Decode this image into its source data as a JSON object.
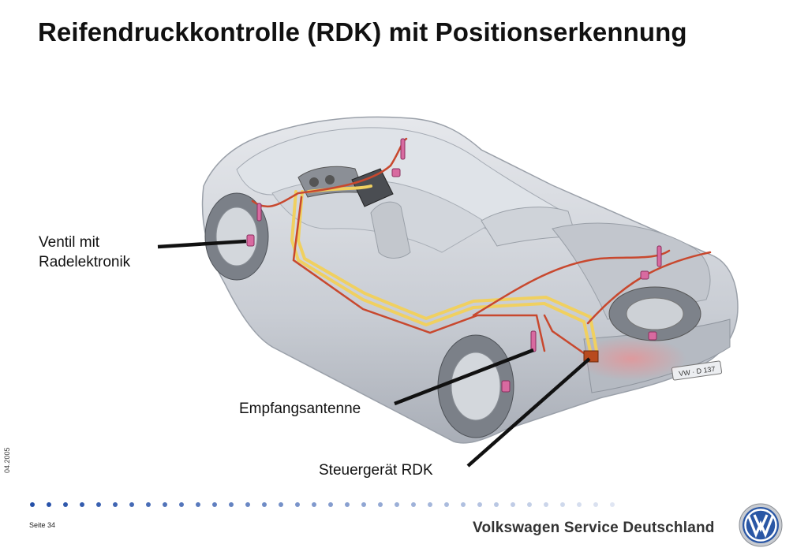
{
  "header": {
    "title": "Reifendruckkontrolle (RDK) mit Positionserkennung"
  },
  "labels": {
    "valve": [
      "Ventil mit",
      "Radelektronik"
    ],
    "antenna": "Empfangsantenne",
    "control_unit": "Steuergerät RDK"
  },
  "footer": {
    "date": "04.2005",
    "page": "Seite 34",
    "brand": "Volkswagen Service Deutschland",
    "logo_icon": "vw-logo-icon",
    "dot_count": 36
  },
  "colors": {
    "wiring_red": "#c8482e",
    "wiring_yellow": "#f0d060",
    "sensor_magenta": "#d86aa0",
    "dot_blue": "#2550a8"
  }
}
